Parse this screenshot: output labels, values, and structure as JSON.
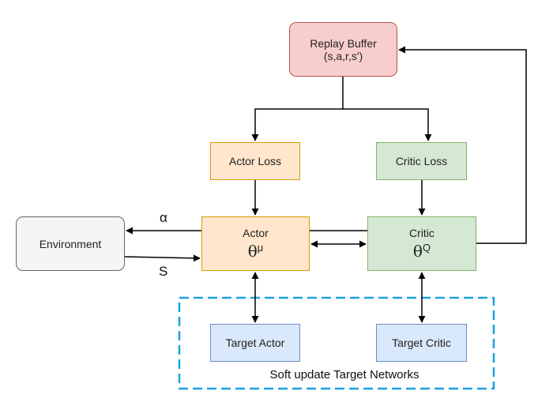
{
  "replay_buffer": {
    "title": "Replay Buffer",
    "subtitle": "(s,a,r,s')"
  },
  "actor_loss": {
    "label": "Actor Loss"
  },
  "critic_loss": {
    "label": "Critic Loss"
  },
  "environment": {
    "label": "Environment"
  },
  "actor": {
    "label": "Actor",
    "param": "θ",
    "param_sup": "μ"
  },
  "critic": {
    "label": "Critic",
    "param": "θ",
    "param_sup": "Q"
  },
  "target_actor": {
    "label": "Target Actor"
  },
  "target_critic": {
    "label": "Target Critic"
  },
  "edge_labels": {
    "action": "α",
    "state": "S"
  },
  "target_group": {
    "label": "Soft update Target Networks"
  },
  "colors": {
    "line": "#000000",
    "group_border": "#1ba1e2",
    "replay_fill": "#f8cecc",
    "replay_stroke": "#b85450",
    "actor_fill": "#ffe6cc",
    "actor_stroke": "#d79b00",
    "critic_fill": "#d5e8d4",
    "critic_stroke": "#82b366",
    "env_fill": "#f5f5f5",
    "env_stroke": "#666666",
    "target_fill": "#dae8fc",
    "target_stroke": "#6c8ebf"
  }
}
